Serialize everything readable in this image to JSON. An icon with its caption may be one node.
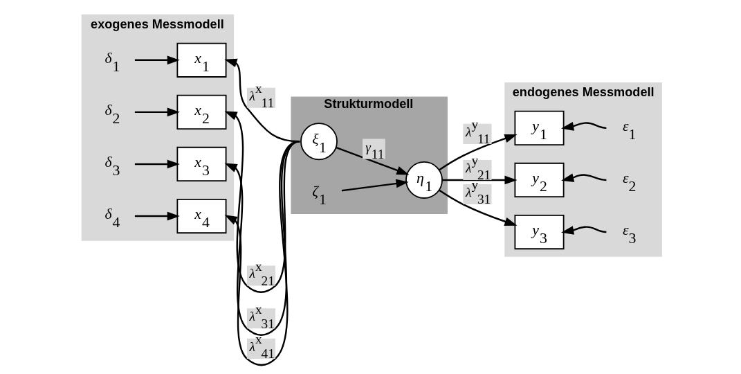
{
  "diagram": {
    "nodes": [
      {
        "text": [
          "exogenes Messmodell"
        ]
      },
      {
        "text": [
          "δ$_{1}$"
        ],
        "in": 0
      },
      {
        "text": [
          "x$_{1}$"
        ],
        "in": 0
      },
      {
        "text": [
          "δ$_{2}$"
        ],
        "in": 0
      },
      {
        "text": [
          "x$_{2}$"
        ],
        "in": 0
      },
      {
        "text": [
          "δ$_{3}$"
        ],
        "in": 0
      },
      {
        "text": [
          "x$_{3}$"
        ],
        "in": 0
      },
      {
        "text": [
          "δ$_{4}$"
        ],
        "in": 0
      },
      {
        "text": [
          "x$_{4}$"
        ],
        "in": 0
      },
      {
        "text": [
          "Strukturmodell"
        ]
      },
      {
        "text": [
          "ξ$_{1}$"
        ],
        "in": 9
      },
      {
        "text": [
          "η$_{1}$"
        ],
        "in": 9
      },
      {
        "text": [
          "ζ$_{1}$"
        ],
        "in": 9
      },
      {
        "text": [
          "endogenes Messmodell"
        ]
      },
      {
        "text": [
          "y$_{1}$"
        ],
        "in": 13
      },
      {
        "text": [
          "ε$_{1}$"
        ],
        "in": 13
      },
      {
        "text": [
          "y$_{2}$"
        ],
        "in": 13
      },
      {
        "text": [
          "ε$_{2}$"
        ],
        "in": 13
      },
      {
        "text": [
          "y$_{3}$"
        ],
        "in": 13
      },
      {
        "text": [
          "ε$_{3}$"
        ],
        "in": 13
      }
    ],
    "edges": [
      {
        "from": 1,
        "to": 2,
        "arrow": "to"
      },
      {
        "from": 3,
        "to": 4,
        "arrow": "to"
      },
      {
        "from": 5,
        "to": 6,
        "arrow": "to"
      },
      {
        "from": 7,
        "to": 8,
        "arrow": "to"
      },
      {
        "from": 10,
        "to": 2,
        "arrow": "to",
        "label": "λ$^{x}$$_{11}$"
      },
      {
        "from": 10,
        "to": 4,
        "arrow": "to",
        "label": "λ$^{x}$$_{21}$"
      },
      {
        "from": 10,
        "to": 6,
        "arrow": "to",
        "label": "λ$^{x}$$_{31}$"
      },
      {
        "from": 10,
        "to": 8,
        "arrow": "to",
        "label": "λ$^{x}$$_{41}$"
      },
      {
        "from": 10,
        "to": 11,
        "arrow": "to",
        "label": "γ$_{11}$"
      },
      {
        "from": 12,
        "to": 11,
        "arrow": "to"
      },
      {
        "from": 11,
        "to": 14,
        "arrow": "to",
        "label": "λ$^{y}$$_{11}$"
      },
      {
        "from": 11,
        "to": 16,
        "arrow": "to",
        "label": "λ$^{y}$$_{21}$"
      },
      {
        "from": 11,
        "to": 18,
        "arrow": "to",
        "label": "λ$^{y}$$_{31}$"
      },
      {
        "from": 15,
        "to": 14,
        "arrow": "to"
      },
      {
        "from": 17,
        "to": 16,
        "arrow": "to"
      },
      {
        "from": 19,
        "to": 18,
        "arrow": "to"
      }
    ]
  }
}
